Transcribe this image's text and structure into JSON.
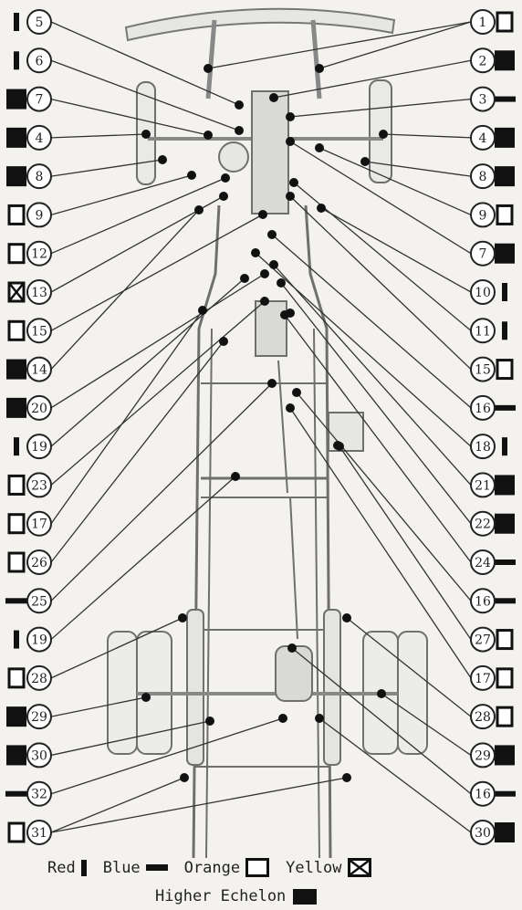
{
  "callouts": [
    {
      "num": "1",
      "side": "right",
      "sym": "orange",
      "targets": [
        [
          228,
          75
        ],
        [
          350,
          75
        ]
      ]
    },
    {
      "num": "2",
      "side": "right",
      "sym": "higher",
      "targets": [
        [
          300,
          107
        ]
      ]
    },
    {
      "num": "3",
      "side": "right",
      "sym": "blue",
      "targets": [
        [
          318,
          128
        ]
      ]
    },
    {
      "num": "4",
      "side": "right",
      "sym": "higher",
      "targets": [
        [
          420,
          147
        ]
      ]
    },
    {
      "num": "8",
      "side": "right",
      "sym": "higher",
      "targets": [
        [
          400,
          177
        ]
      ]
    },
    {
      "num": "9",
      "side": "right",
      "sym": "orange",
      "targets": [
        [
          350,
          162
        ]
      ]
    },
    {
      "num": "7",
      "side": "right",
      "sym": "higher",
      "targets": [
        [
          318,
          155
        ]
      ]
    },
    {
      "num": "10",
      "side": "right",
      "sym": "red",
      "targets": [
        [
          352,
          228
        ]
      ]
    },
    {
      "num": "11",
      "side": "right",
      "sym": "red",
      "targets": [
        [
          322,
          200
        ]
      ]
    },
    {
      "num": "15",
      "side": "right",
      "sym": "orange",
      "targets": [
        [
          318,
          215
        ]
      ]
    },
    {
      "num": "16",
      "side": "right",
      "sym": "blue",
      "targets": [
        [
          298,
          257
        ]
      ]
    },
    {
      "num": "18",
      "side": "right",
      "sym": "red",
      "targets": [
        [
          280,
          277
        ]
      ]
    },
    {
      "num": "21",
      "side": "right",
      "sym": "higher",
      "targets": [
        [
          300,
          290
        ]
      ]
    },
    {
      "num": "22",
      "side": "right",
      "sym": "higher",
      "targets": [
        [
          308,
          310
        ]
      ]
    },
    {
      "num": "24",
      "side": "right",
      "sym": "blue",
      "targets": [
        [
          312,
          345
        ]
      ]
    },
    {
      "num": "16",
      "side": "right",
      "sym": "blue",
      "targets": [
        [
          325,
          430
        ]
      ]
    },
    {
      "num": "27",
      "side": "right",
      "sym": "orange",
      "targets": [
        [
          372,
          489
        ]
      ]
    },
    {
      "num": "17",
      "side": "right",
      "sym": "orange",
      "targets": [
        [
          318,
          447
        ]
      ]
    },
    {
      "num": "28",
      "side": "right",
      "sym": "orange",
      "targets": [
        [
          380,
          677
        ]
      ]
    },
    {
      "num": "29",
      "side": "right",
      "sym": "higher",
      "targets": [
        [
          418,
          760
        ]
      ]
    },
    {
      "num": "16",
      "side": "right",
      "sym": "blue",
      "targets": [
        [
          320,
          710
        ]
      ]
    },
    {
      "num": "30",
      "side": "right",
      "sym": "higher",
      "targets": [
        [
          350,
          787
        ]
      ]
    },
    {
      "num": "5",
      "side": "left",
      "sym": "red",
      "targets": [
        [
          262,
          115
        ]
      ]
    },
    {
      "num": "6",
      "side": "left",
      "sym": "red",
      "targets": [
        [
          262,
          143
        ]
      ]
    },
    {
      "num": "7",
      "side": "left",
      "sym": "higher",
      "targets": [
        [
          228,
          148
        ]
      ]
    },
    {
      "num": "4",
      "side": "left",
      "sym": "higher",
      "targets": [
        [
          160,
          147
        ]
      ]
    },
    {
      "num": "8",
      "side": "left",
      "sym": "higher",
      "targets": [
        [
          178,
          175
        ]
      ]
    },
    {
      "num": "9",
      "side": "left",
      "sym": "orange",
      "targets": [
        [
          210,
          192
        ]
      ]
    },
    {
      "num": "12",
      "side": "left",
      "sym": "orange",
      "targets": [
        [
          247,
          195
        ]
      ]
    },
    {
      "num": "13",
      "side": "left",
      "sym": "yellow",
      "targets": [
        [
          245,
          215
        ]
      ]
    },
    {
      "num": "15",
      "side": "left",
      "sym": "orange",
      "targets": [
        [
          288,
          235
        ]
      ]
    },
    {
      "num": "14",
      "side": "left",
      "sym": "higher",
      "targets": [
        [
          218,
          230
        ]
      ]
    },
    {
      "num": "20",
      "side": "left",
      "sym": "higher",
      "targets": [
        [
          290,
          300
        ]
      ]
    },
    {
      "num": "19",
      "side": "left",
      "sym": "red",
      "targets": [
        [
          268,
          305
        ]
      ]
    },
    {
      "num": "23",
      "side": "left",
      "sym": "orange",
      "targets": [
        [
          290,
          330
        ]
      ]
    },
    {
      "num": "17",
      "side": "left",
      "sym": "orange",
      "targets": [
        [
          222,
          340
        ]
      ]
    },
    {
      "num": "26",
      "side": "left",
      "sym": "orange",
      "targets": [
        [
          245,
          374
        ]
      ]
    },
    {
      "num": "25",
      "side": "left",
      "sym": "blue",
      "targets": [
        [
          298,
          420
        ]
      ]
    },
    {
      "num": "19",
      "side": "left",
      "sym": "red",
      "targets": [
        [
          258,
          522
        ]
      ]
    },
    {
      "num": "28",
      "side": "left",
      "sym": "orange",
      "targets": [
        [
          200,
          677
        ]
      ]
    },
    {
      "num": "29",
      "side": "left",
      "sym": "higher",
      "targets": [
        [
          160,
          764
        ]
      ]
    },
    {
      "num": "30",
      "side": "left",
      "sym": "higher",
      "targets": [
        [
          230,
          790
        ]
      ]
    },
    {
      "num": "32",
      "side": "left",
      "sym": "blue",
      "targets": [
        [
          310,
          787
        ]
      ]
    },
    {
      "num": "31",
      "side": "left",
      "sym": "orange",
      "targets": [
        [
          202,
          852
        ],
        [
          380,
          852
        ]
      ]
    }
  ],
  "extra_dots": [
    [
      318,
      343
    ],
    [
      370,
      488
    ]
  ],
  "legend": {
    "red": "Red",
    "blue": "Blue",
    "orange": "Orange",
    "yellow": "Yellow",
    "higher": "Higher Echelon"
  }
}
